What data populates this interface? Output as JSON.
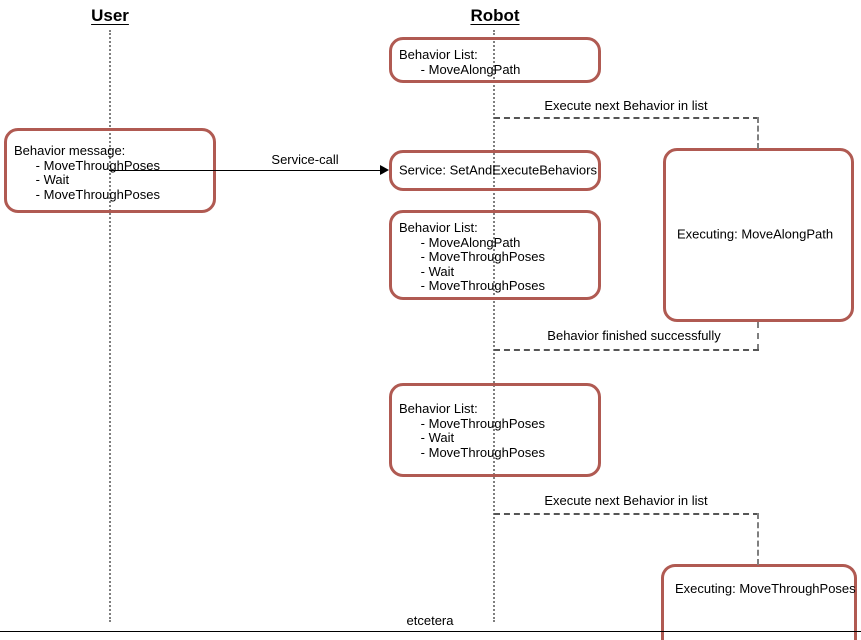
{
  "diagram": {
    "title": "Behavior execution sequence diagram",
    "accent_color": "#b05a52",
    "lifeline_color": "#7f7f7f",
    "line_color": "#000000",
    "background": "#ffffff"
  },
  "actors": [
    {
      "name": "user",
      "label": "User"
    },
    {
      "name": "robot",
      "label": "Robot"
    }
  ],
  "boxes": {
    "behavior_message": "Behavior message:\n      - MoveThroughPoses\n      - Wait\n      - MoveThroughPoses",
    "behavior_list_initial": "Behavior List:\n      - MoveAlongPath",
    "service_call_box": "Service: SetAndExecuteBehaviors",
    "behavior_list_full": "Behavior List:\n      - MoveAlongPath\n      - MoveThroughPoses\n      - Wait\n      - MoveThroughPoses",
    "behavior_list_remaining": "Behavior List:\n      - MoveThroughPoses\n      - Wait\n      - MoveThroughPoses",
    "executing_move_along_path": "Executing: MoveAlongPath",
    "executing_move_through_poses": "Executing: MoveThroughPoses"
  },
  "messages": {
    "service_call": "Service-call",
    "execute_next_1": "Execute next Behavior in list",
    "behavior_finished": "Behavior finished successfully",
    "execute_next_2": "Execute next Behavior in list"
  },
  "footer": {
    "etcetera": "etcetera"
  }
}
